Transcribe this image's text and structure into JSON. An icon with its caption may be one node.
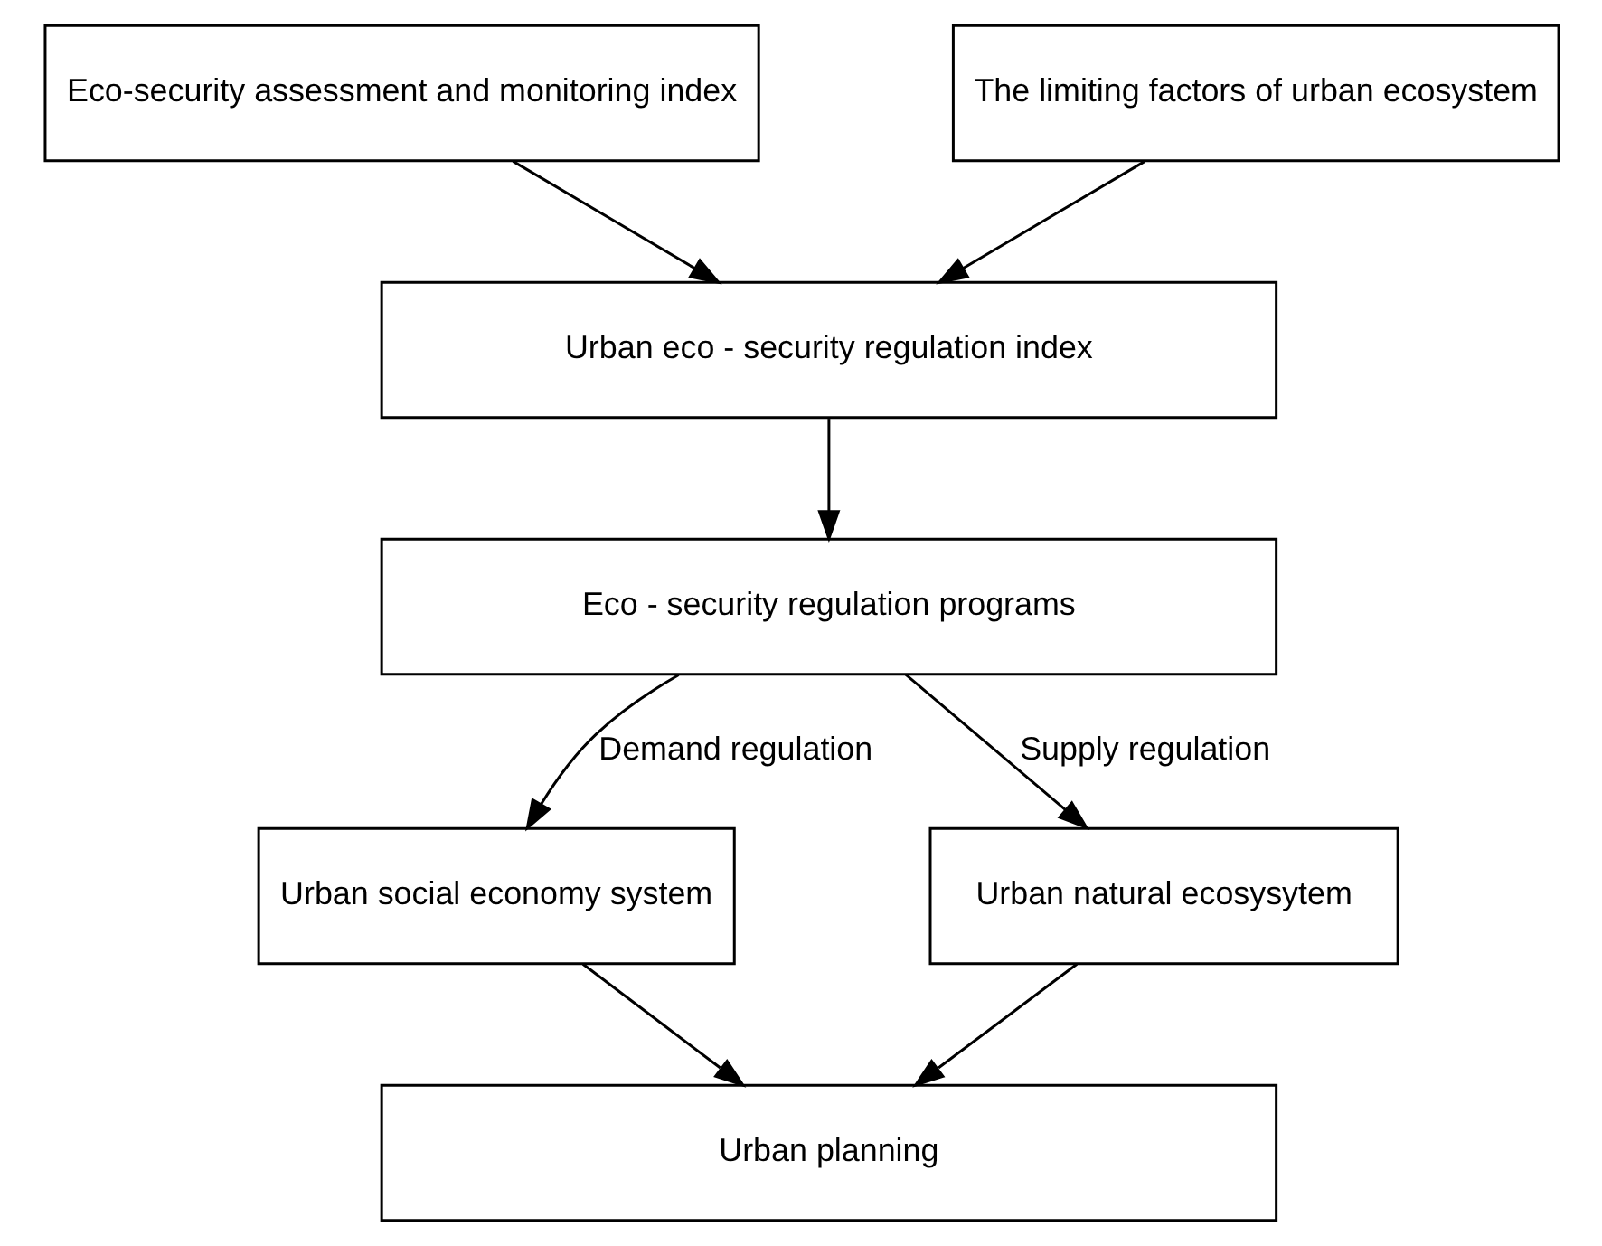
{
  "diagram": {
    "nodes": [
      {
        "text": [
          "Eco-security assessment and monitoring index"
        ]
      },
      {
        "text": [
          "The limiting factors of urban ecosystem"
        ]
      },
      {
        "text": [
          "Urban eco - security regulation index"
        ]
      },
      {
        "text": [
          "Eco - security regulation programs"
        ]
      },
      {
        "text": [
          "Urban social economy system"
        ]
      },
      {
        "text": [
          "Urban natural ecosysytem"
        ]
      },
      {
        "text": [
          "Urban planning"
        ]
      }
    ],
    "edges": [
      {
        "from": 0,
        "to": 2,
        "arrow": "to"
      },
      {
        "from": 1,
        "to": 2,
        "arrow": "to"
      },
      {
        "from": 2,
        "to": 3,
        "arrow": "to"
      },
      {
        "from": 3,
        "to": 4,
        "arrow": "to",
        "label": "Demand regulation"
      },
      {
        "from": 3,
        "to": 5,
        "arrow": "to",
        "label": "Supply regulation"
      },
      {
        "from": 4,
        "to": 6,
        "arrow": "to"
      },
      {
        "from": 5,
        "to": 6,
        "arrow": "to"
      }
    ]
  }
}
